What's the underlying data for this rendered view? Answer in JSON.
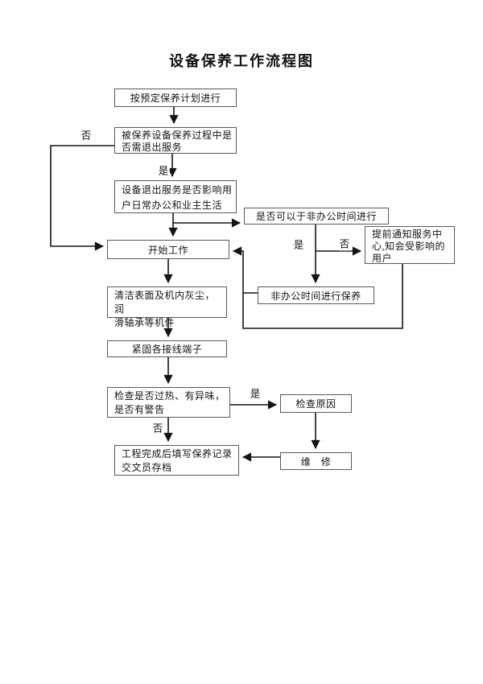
{
  "title": "设备保养工作流程图",
  "nodes": {
    "plan": "按预定保养计划进行",
    "exit_question": "被保养设备保养过程中是\n否需退出服务",
    "impact_question": "设备退出服务是否影响用\n户日常办公和业主生活",
    "offhours_question": "是否可以于非办公时间进行",
    "notify_center": "提前通知服务中\n心,知会受影响的\n用户",
    "start_work": "开始工作",
    "offhours_maintain": "非办公时间进行保养",
    "clean": "清洁表面及机内灰尘，润\n滑轴承等机件",
    "fasten": "紧固各接线端子",
    "check": "检查是否过热、有异味，\n是否有警告",
    "check_reason": "检查原因",
    "repair": "维　修",
    "record": "工程完成后填写保养记录\n交文员存档"
  },
  "labels": {
    "no1": "否",
    "yes1": "是",
    "yes2": "是",
    "no2": "否",
    "yes3": "是",
    "no3": "否"
  },
  "colors": {
    "line": "#141414",
    "box_border": "#595959",
    "background": "#ffffff"
  }
}
